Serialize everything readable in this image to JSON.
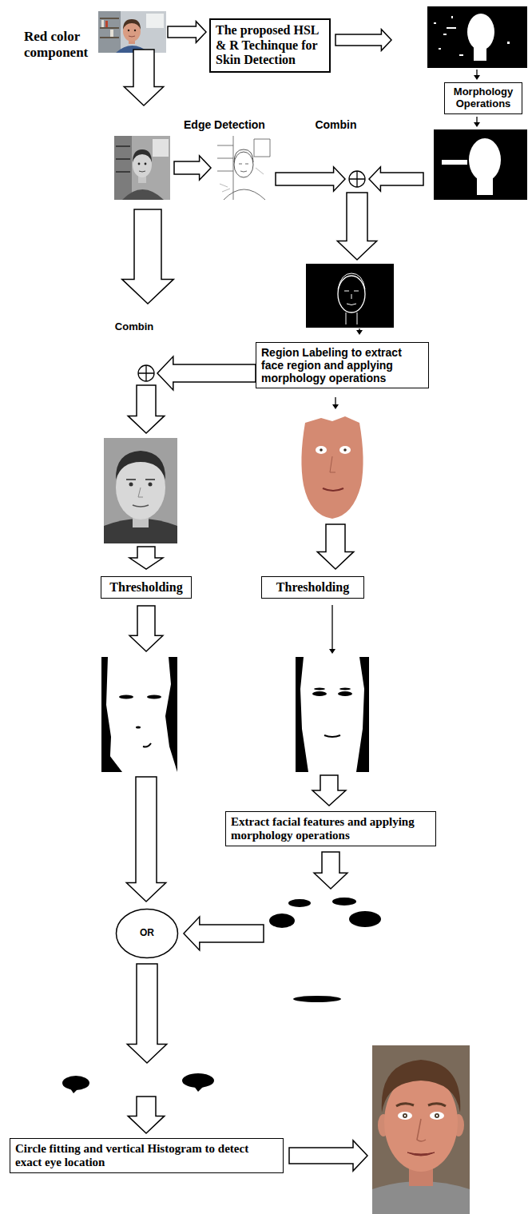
{
  "diagram": {
    "nodes": [
      {
        "text": [
          "The proposed HSL & R Techinque for Skin Detection"
        ]
      },
      {
        "text": [
          "Morphology Operations"
        ]
      },
      {
        "text": [
          "Combin"
        ]
      },
      {
        "text": [
          "Region Labeling to extract face region and applying morphology operations"
        ]
      },
      {
        "text": [
          "Combin"
        ]
      },
      {
        "text": [
          "Thresholding"
        ]
      },
      {
        "text": [
          "Thresholding"
        ]
      },
      {
        "text": [
          "Extract facial features and applying morphology operations"
        ]
      },
      {
        "text": [
          "OR"
        ]
      },
      {
        "text": [
          "Circle fitting and vertical Histogram to detect exact eye location"
        ]
      }
    ],
    "edges": [
      {
        "from": 3,
        "to": 4,
        "arrow": "to"
      }
    ],
    "labels": [
      "Red color component",
      "Edge Detection"
    ]
  }
}
